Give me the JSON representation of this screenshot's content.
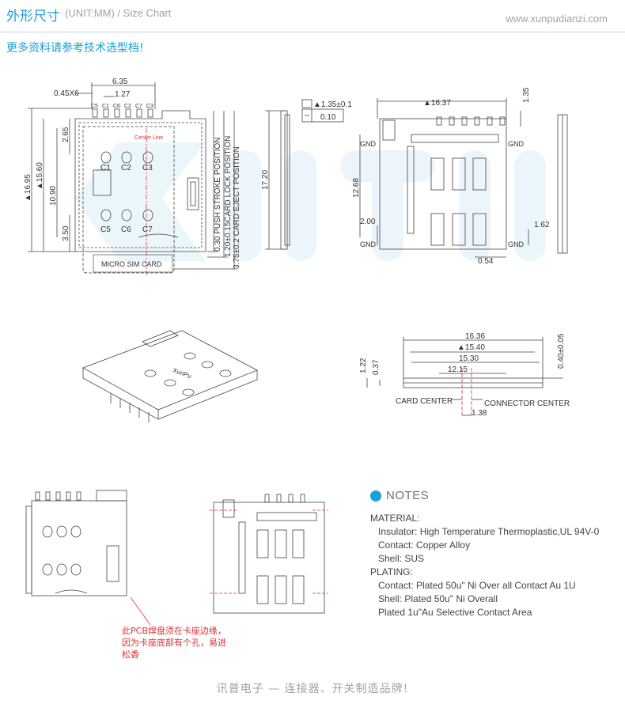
{
  "header": {
    "title_cn": "外形尺寸",
    "title_en": "(UNIT:MM) / Size Chart",
    "website": "www.xunpudianzi.com",
    "subtitle": "更多资料请参考技术选型档!"
  },
  "top_view": {
    "dim_pitch_total": "6.35",
    "dim_pin_width": "0.45X6",
    "dim_pitch": "1.27",
    "pin_labels": [
      "C5",
      "C1",
      "C6",
      "C2",
      "C7",
      "C3"
    ],
    "dim_height_total": "▲16.95",
    "dim_height_2": "▲15.60",
    "dim_height_3": "10.90",
    "dim_265": "2.65",
    "dim_350": "3.50",
    "center_line": "Center Line",
    "contacts_row1": [
      "C1",
      "C2",
      "C3"
    ],
    "contacts_row2": [
      "C5",
      "C6",
      "C7"
    ],
    "card_label": "MICRO SIM CARD",
    "pos_push": "0.30 PUSH STROKE POSITION",
    "pos_lock": "1.20±0.15CARD LOCK POSITION",
    "pos_eject": "3.75±0.2 CARD EJECT POSITION"
  },
  "side_view": {
    "dim_1720": "17.20",
    "flatness_value": "▲1.35±0.1",
    "flatness_tol": "0.10"
  },
  "bottom_view": {
    "dim_1637": "▲16.37",
    "dim_135": "1.35",
    "dim_1268": "12.68",
    "dim_200": "2.00",
    "dim_162": "1.62",
    "dim_054": "0.54",
    "gnd": "GND"
  },
  "front_view": {
    "dim_1636": "16.36",
    "dim_1540": "▲15.40",
    "dim_1530": "15.30",
    "dim_1215": "12.15",
    "dim_122": "1.22",
    "dim_037": "0.37",
    "dim_040": "0.40±0.05",
    "dim_138": "1.38",
    "card_center": "CARD CENTER",
    "connector_center": "CONNECTOR CENTER"
  },
  "iso_view": {
    "brand": "XunPu"
  },
  "pcb_note": "此PCB焊盘须在卡座边缘，因为卡座底部有个孔，易进松香",
  "notes": {
    "title": "NOTES",
    "lines": [
      {
        "text": "MATERIAL:",
        "indent": false
      },
      {
        "text": "Insulator:  High Temperature Thermoplastic,UL 94V-0",
        "indent": true
      },
      {
        "text": "Contact:  Copper Alloy",
        "indent": true
      },
      {
        "text": "Shell:  SUS",
        "indent": true
      },
      {
        "text": "PLATING:",
        "indent": false
      },
      {
        "text": "Contact:  Plated 50u\" Ni Over all Contact Au 1U",
        "indent": true
      },
      {
        "text": "Shell:  Plated 50u\" Ni Overall",
        "indent": true
      },
      {
        "text": "Plated 1u\"Au Selective Contact Area",
        "indent": true
      }
    ]
  },
  "footer": "讯普电子 — 连接器、开关制造品牌!",
  "colors": {
    "accent": "#1a9fd8",
    "line": "#444444",
    "red": "#e03030",
    "watermark": "#dbeef8"
  }
}
